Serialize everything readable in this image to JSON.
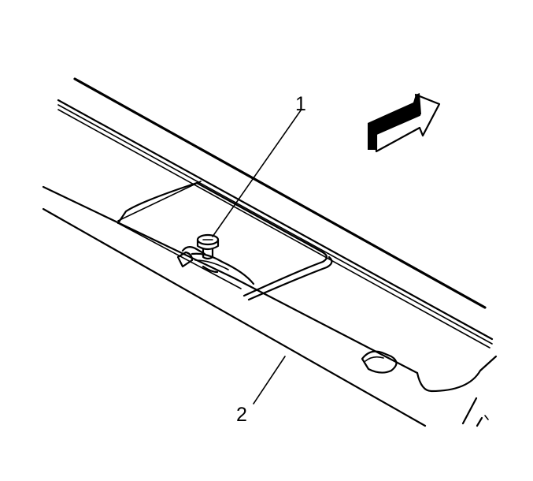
{
  "callouts": [
    {
      "id": "1",
      "label": "1",
      "target": "screw"
    },
    {
      "id": "2",
      "label": "2",
      "target": "lower-panel"
    }
  ],
  "icons": {
    "direction_arrow": "front-direction-arrow-icon"
  },
  "colors": {
    "line": "#000000",
    "background": "#ffffff"
  }
}
